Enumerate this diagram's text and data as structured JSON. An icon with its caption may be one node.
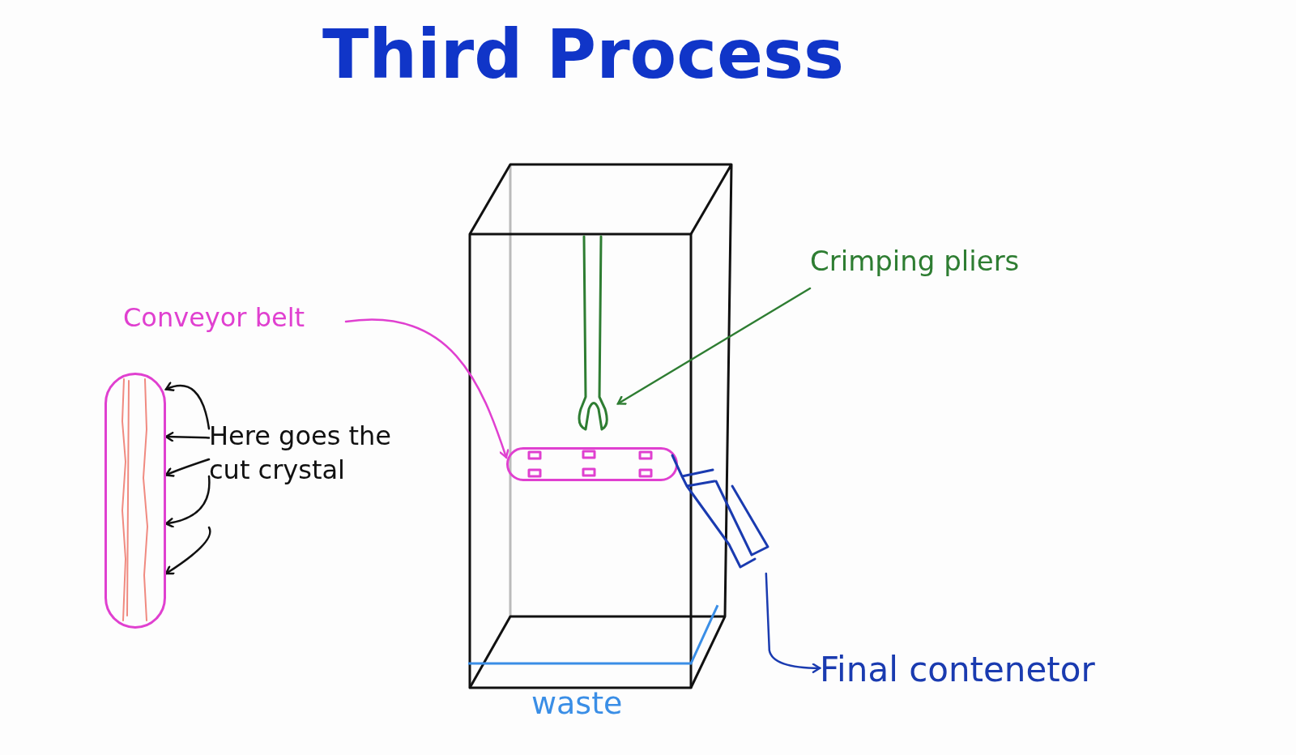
{
  "diagram": {
    "title": "Third Process",
    "nodes": [
      {
        "text": [
          "Crimping pliers"
        ]
      },
      {
        "text": [],
        "shape": "picture"
      },
      {
        "text": [
          "Conveyor belt"
        ]
      },
      {
        "text": [],
        "shape": "bar"
      },
      {
        "text": [
          "Here goes the cut crystal"
        ]
      },
      {
        "text": [],
        "shape": "bar"
      },
      {
        "text": [],
        "shape": "picture"
      },
      {
        "text": [
          "Final contenetor"
        ]
      }
    ],
    "edges": [
      {
        "from": 0,
        "to": 1,
        "arrow": "to",
        "color": "#2e7d32"
      },
      {
        "from": 2,
        "to": 5,
        "arrow": "to",
        "color": "#e040d0"
      },
      {
        "from": 4,
        "to": 3,
        "arrow": "to"
      },
      {
        "from": 4,
        "to": 3,
        "arrow": "to"
      },
      {
        "from": 4,
        "to": 3,
        "arrow": "to"
      },
      {
        "from": 4,
        "to": 3,
        "arrow": "to"
      },
      {
        "from": 4,
        "to": 3,
        "arrow": "to"
      },
      {
        "from": 6,
        "to": 7,
        "arrow": "to",
        "color": "#1a3bb0"
      }
    ],
    "labels": [
      "waste"
    ]
  }
}
